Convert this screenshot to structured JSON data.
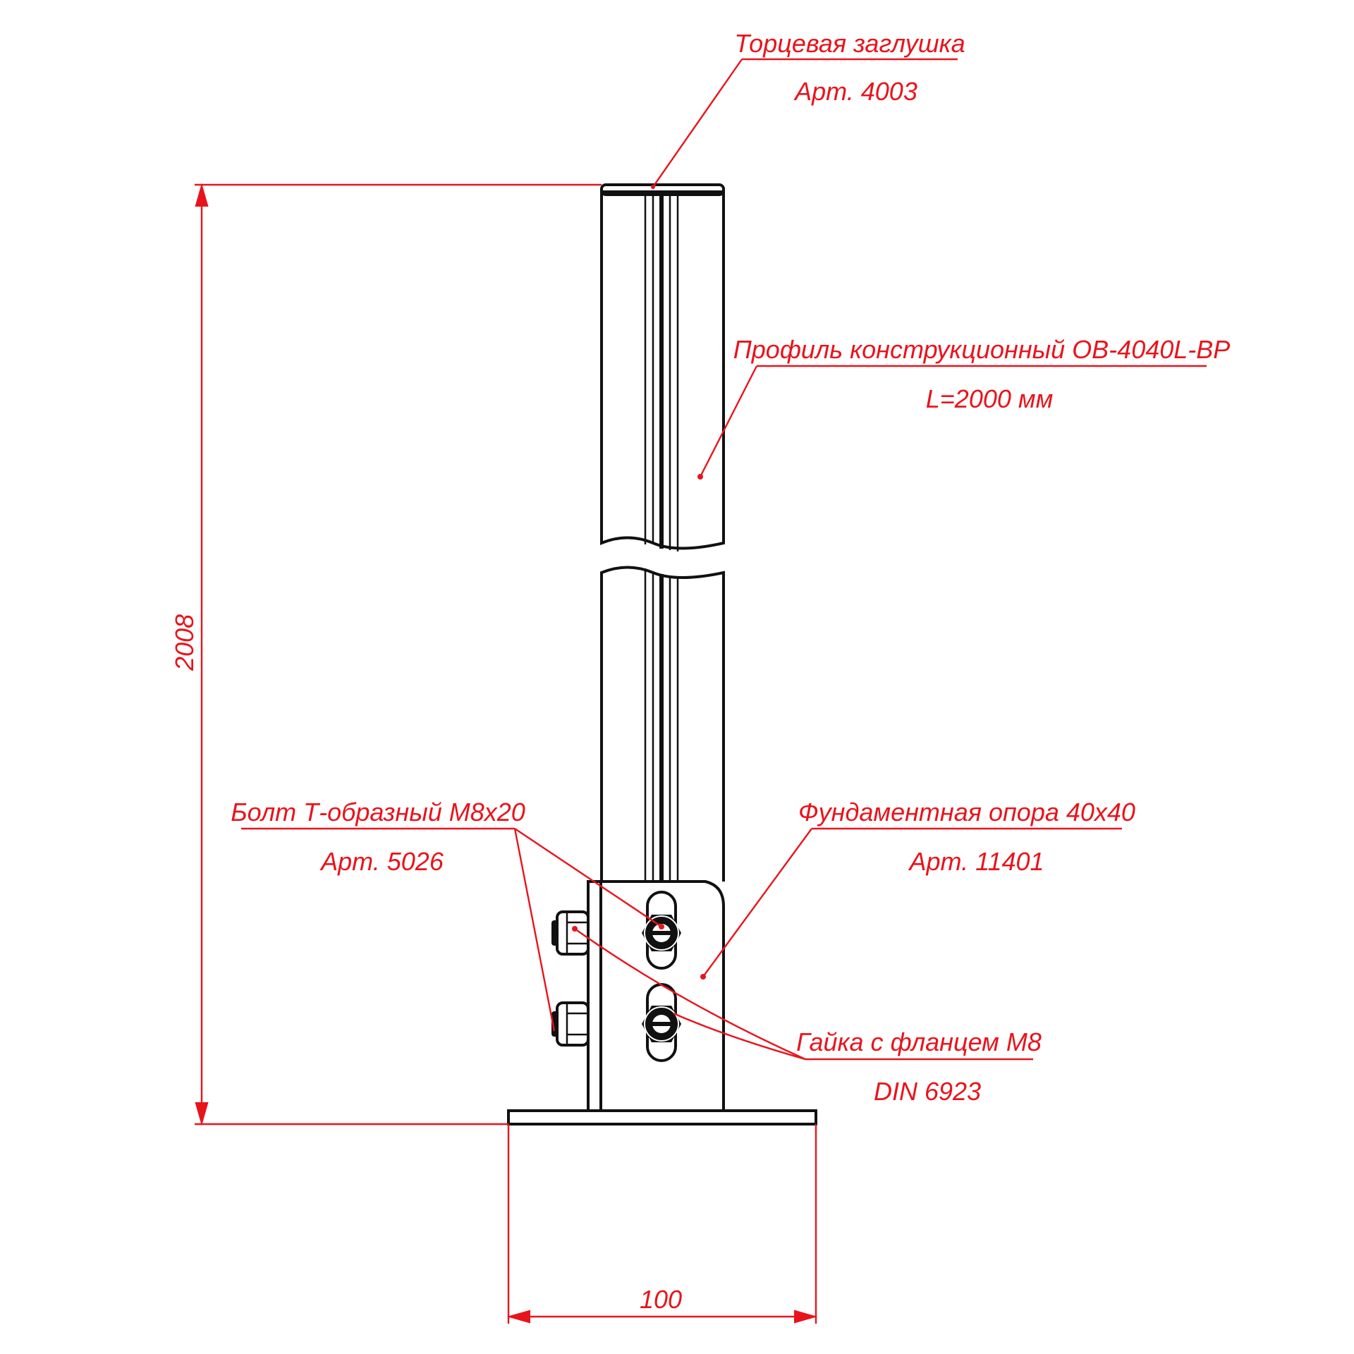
{
  "colors": {
    "annotation": "#e8141c",
    "drawing": "#111111",
    "background": "#ffffff"
  },
  "callouts": {
    "end_cap": {
      "title": "Торцевая заглушка",
      "sub": "Арт. 4003"
    },
    "profile": {
      "title": "Профиль конструкционный OB-4040L-BP",
      "sub": "L=2000 мм"
    },
    "t_bolt": {
      "title": "Болт Т-образный M8x20",
      "sub": "Арт. 5026"
    },
    "foot": {
      "title": "Фундаментная опора 40x40",
      "sub": "Арт. 11401"
    },
    "flange_nut": {
      "title": "Гайка с фланцем M8",
      "sub": "DIN 6923"
    }
  },
  "dimensions": {
    "height": "2008",
    "width": "100"
  }
}
